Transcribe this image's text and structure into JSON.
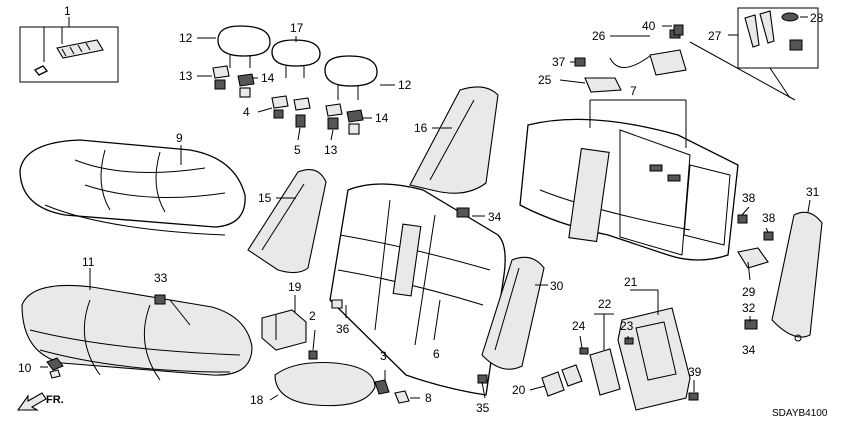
{
  "diagram": {
    "code": "SDAYB4100",
    "direction_label": "FR.",
    "callouts": [
      "1",
      "2",
      "3",
      "4",
      "5",
      "6",
      "7",
      "8",
      "9",
      "10",
      "11",
      "12",
      "12",
      "13",
      "13",
      "14",
      "14",
      "15",
      "16",
      "17",
      "18",
      "19",
      "20",
      "21",
      "22",
      "23",
      "24",
      "25",
      "26",
      "27",
      "28",
      "29",
      "30",
      "31",
      "32",
      "33",
      "34",
      "34",
      "35",
      "36",
      "37",
      "38",
      "38",
      "39",
      "40"
    ]
  }
}
